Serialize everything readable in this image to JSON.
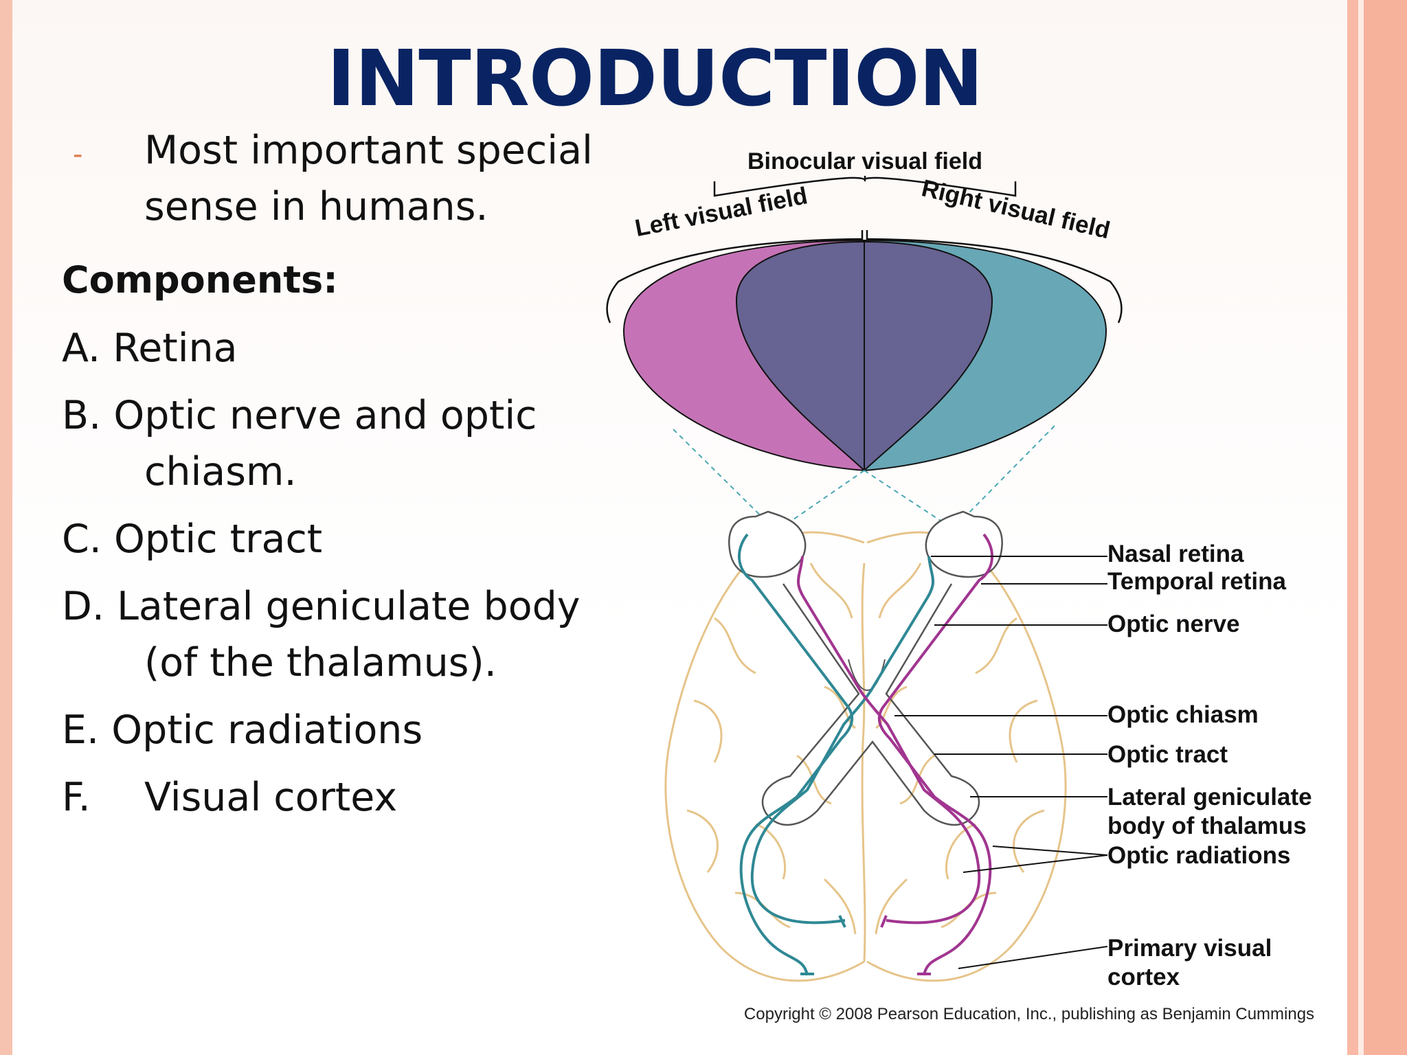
{
  "slide": {
    "title": "INTRODUCTION",
    "intro_bullet_dash": "-",
    "intro_line_1": "Most important special",
    "intro_line_2": "sense in humans.",
    "components_heading": "Components:",
    "component_a": "A. Retina",
    "component_b_line_1": "B. Optic nerve and optic",
    "component_b_line_2": "chiasm.",
    "component_c": "C. Optic tract",
    "component_d_line_1": "D. Lateral geniculate body",
    "component_d_line_2": "(of the thalamus).",
    "component_e": "E. Optic radiations",
    "component_f_letter": "F.",
    "component_f_text": "Visual cortex"
  },
  "diagram": {
    "field_labels": {
      "binocular": "Binocular visual field",
      "left": "Left visual field",
      "right": "Right visual field"
    },
    "labels": {
      "nasal_retina": "Nasal retina",
      "temporal_retina": "Temporal retina",
      "optic_nerve": "Optic nerve",
      "optic_chiasm": "Optic chiasm",
      "optic_tract": "Optic tract",
      "lgb_line_1": "Lateral geniculate",
      "lgb_line_2": "body of thalamus",
      "optic_radiations": "Optic radiations",
      "cortex_line_1": "Primary visual",
      "cortex_line_2": "cortex"
    },
    "copyright": "Copyright © 2008 Pearson Education, Inc., publishing as Benjamin Cummings"
  },
  "colors": {
    "title": "#0a2463",
    "left_field": "#c573b6",
    "binocular_field": "#676392",
    "right_field": "#67a7b6",
    "teal_pathway": "#2f8894",
    "magenta_pathway": "#a13590",
    "brain_outline": "#e6c48a",
    "border": "#f7c3b1"
  }
}
